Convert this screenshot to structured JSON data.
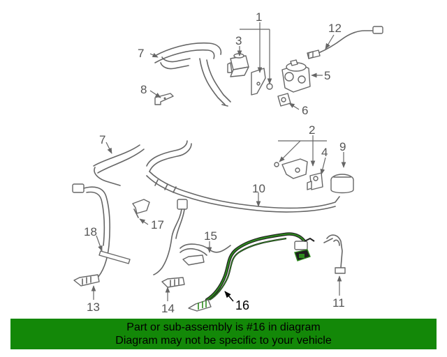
{
  "diagram": {
    "callouts": [
      "1",
      "2",
      "3",
      "4",
      "5",
      "6",
      "7",
      "7",
      "8",
      "9",
      "10",
      "11",
      "12",
      "13",
      "14",
      "15",
      "16",
      "17",
      "18"
    ],
    "highlighted_part": "16",
    "colors": {
      "highlight": "#2e8b1e",
      "line": "#666666",
      "banner": "#138808"
    }
  },
  "banner": {
    "line1": "Part or sub-assembly is #16 in diagram",
    "line2": "Diagram may not be specific to your vehicle"
  }
}
